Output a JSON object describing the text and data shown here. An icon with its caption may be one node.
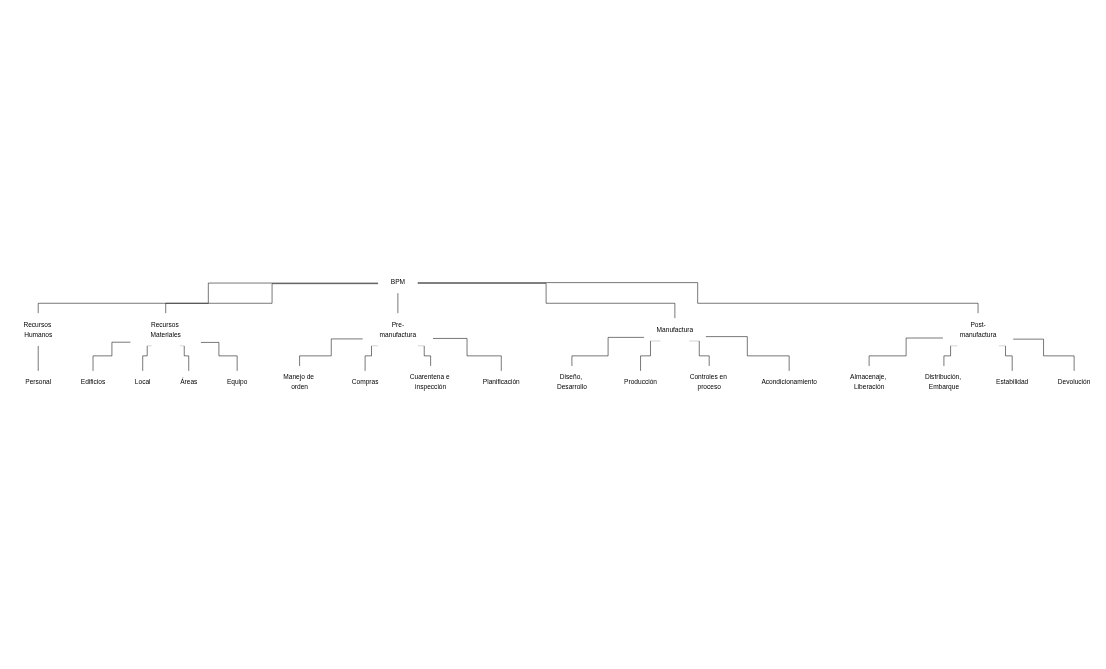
{
  "diagram": {
    "nodes": [
      {
        "text": [
          "BPM"
        ]
      },
      {
        "text": [
          "Recursos Humanos"
        ]
      },
      {
        "text": [
          "Recursos Materiales"
        ]
      },
      {
        "text": [
          "Pre-manufactura"
        ]
      },
      {
        "text": [
          "Manufactura"
        ]
      },
      {
        "text": [
          "Post-manufactura"
        ]
      },
      {
        "text": [
          "Personal"
        ]
      },
      {
        "text": [
          "Edificios"
        ]
      },
      {
        "text": [
          "Local"
        ]
      },
      {
        "text": [
          "Áreas"
        ]
      },
      {
        "text": [
          "Equipo"
        ]
      },
      {
        "text": [
          "Manejo de orden"
        ]
      },
      {
        "text": [
          "Compras"
        ]
      },
      {
        "text": [
          "Cuarentena e inspección"
        ]
      },
      {
        "text": [
          "Planificación"
        ]
      },
      {
        "text": [
          "Diseño, Desarrollo"
        ]
      },
      {
        "text": [
          "Producción"
        ]
      },
      {
        "text": [
          "Controles en proceso"
        ]
      },
      {
        "text": [
          "Acondicionamiento"
        ]
      },
      {
        "text": [
          "Almacenaje, Liberación"
        ]
      },
      {
        "text": [
          "Distribución, Embarque"
        ]
      },
      {
        "text": [
          "Estabilidad"
        ]
      },
      {
        "text": [
          "Devolución"
        ]
      }
    ],
    "edges": [
      {
        "from": 0,
        "to": 1,
        "arrow": "none"
      },
      {
        "from": 0,
        "to": 2,
        "arrow": "none"
      },
      {
        "from": 0,
        "to": 3,
        "arrow": "none"
      },
      {
        "from": 0,
        "to": 4,
        "arrow": "none"
      },
      {
        "from": 0,
        "to": 5,
        "arrow": "none"
      },
      {
        "from": 1,
        "to": 6,
        "arrow": "none"
      },
      {
        "from": 2,
        "to": 7,
        "arrow": "none"
      },
      {
        "from": 2,
        "to": 8,
        "arrow": "none"
      },
      {
        "from": 2,
        "to": 9,
        "arrow": "none"
      },
      {
        "from": 2,
        "to": 10,
        "arrow": "none"
      },
      {
        "from": 3,
        "to": 11,
        "arrow": "none"
      },
      {
        "from": 3,
        "to": 12,
        "arrow": "none"
      },
      {
        "from": 3,
        "to": 13,
        "arrow": "none"
      },
      {
        "from": 3,
        "to": 14,
        "arrow": "none"
      },
      {
        "from": 4,
        "to": 15,
        "arrow": "none"
      },
      {
        "from": 4,
        "to": 16,
        "arrow": "none"
      },
      {
        "from": 4,
        "to": 17,
        "arrow": "none"
      },
      {
        "from": 4,
        "to": 18,
        "arrow": "none"
      },
      {
        "from": 5,
        "to": 19,
        "arrow": "none"
      },
      {
        "from": 5,
        "to": 20,
        "arrow": "none"
      },
      {
        "from": 5,
        "to": 21,
        "arrow": "none"
      },
      {
        "from": 5,
        "to": 22,
        "arrow": "none"
      }
    ]
  }
}
